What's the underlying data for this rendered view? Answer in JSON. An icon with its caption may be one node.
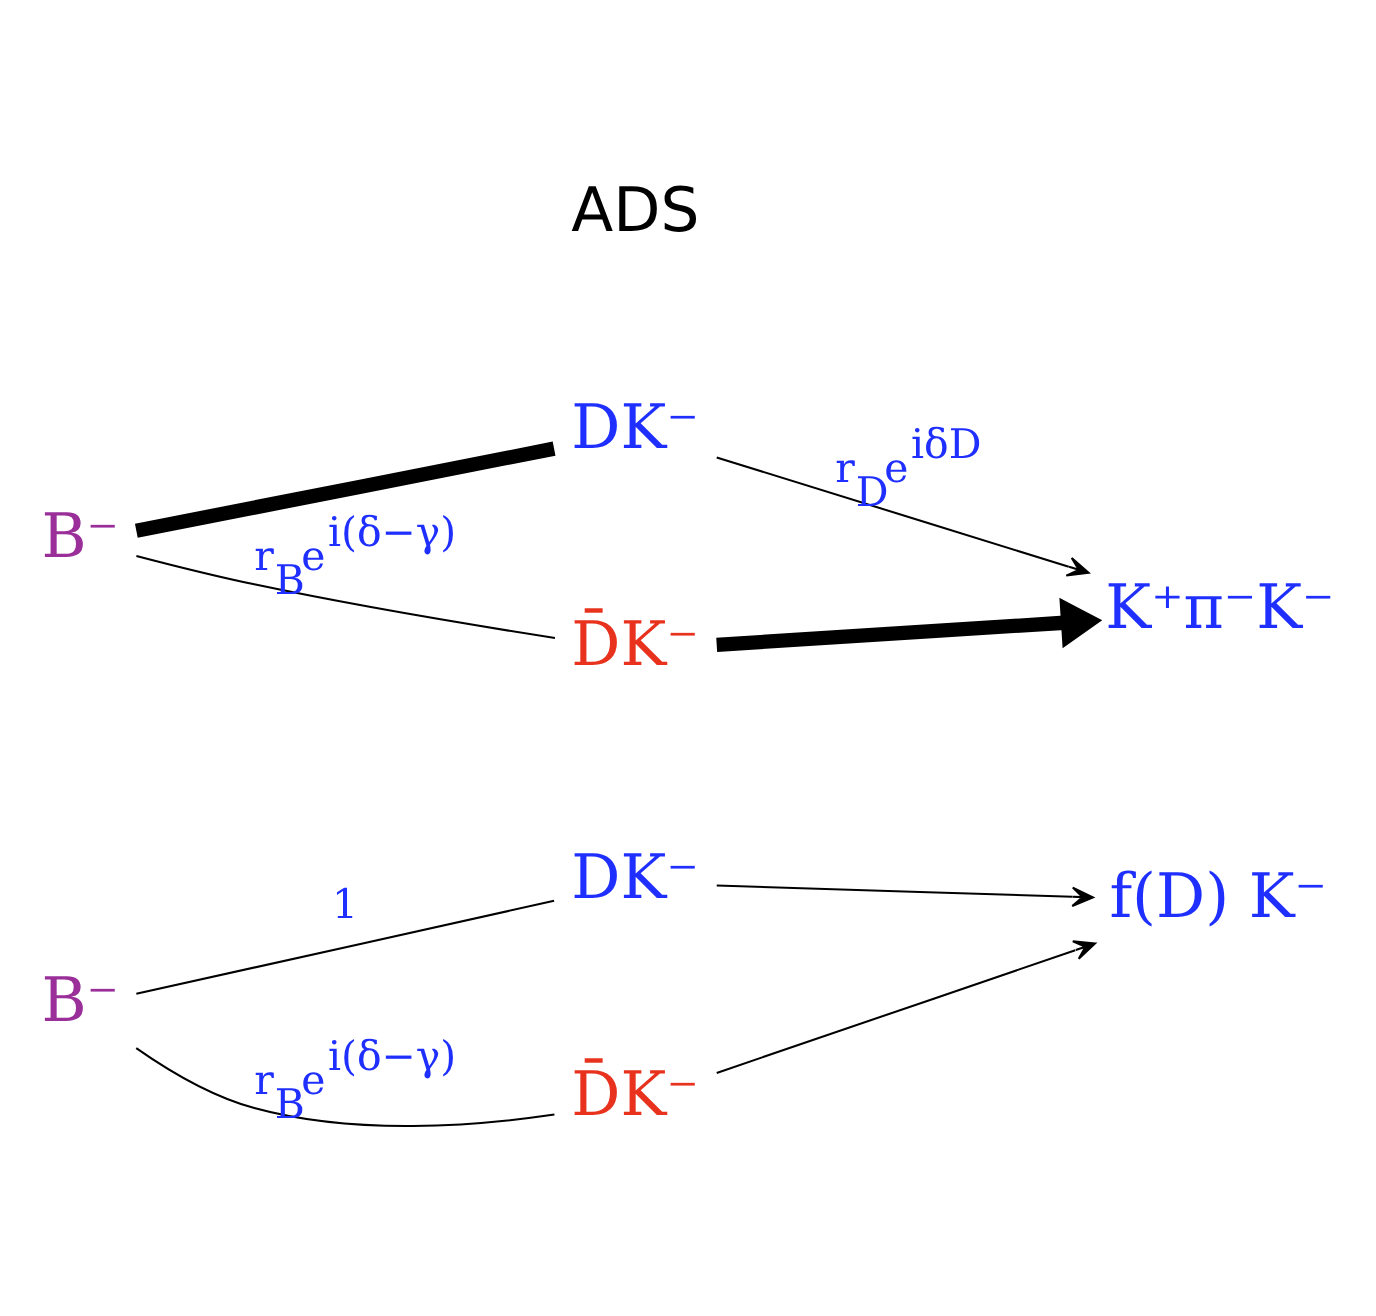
{
  "diagram": {
    "nodes": [
      {
        "text": [
          "B⁻"
        ]
      },
      {
        "text": [
          "DK⁻"
        ]
      },
      {
        "text": [
          "D̄K⁻"
        ]
      },
      {
        "text": [
          "f(D) K⁻"
        ]
      },
      {
        "text": [
          "B⁻"
        ]
      },
      {
        "text": [
          "DK⁻"
        ]
      },
      {
        "text": [
          "D̄K⁻"
        ]
      },
      {
        "text": [
          "K⁺π⁻K⁻"
        ]
      }
    ],
    "edges": [
      {
        "from": 0,
        "to": 1,
        "arrow": "none",
        "label": "1"
      },
      {
        "from": 1,
        "to": 3,
        "arrow": "to"
      },
      {
        "from": 0,
        "to": 2,
        "arrow": "none",
        "label": "r$_{B}$e$^{i(δ−γ)}$"
      },
      {
        "from": 2,
        "to": 3,
        "arrow": "to"
      },
      {
        "from": 4,
        "to": 5,
        "arrow": "none",
        "style": "thick"
      },
      {
        "from": 5,
        "to": 7,
        "arrow": "to",
        "label": "r$_{D}$e$^{iδD}$"
      },
      {
        "from": 4,
        "to": 6,
        "arrow": "none",
        "label": "r$_{B}$e$^{i(δ−γ)}$"
      },
      {
        "from": 6,
        "to": 7,
        "arrow": "to",
        "style": "thick"
      }
    ],
    "labels": [
      "ADS"
    ]
  }
}
